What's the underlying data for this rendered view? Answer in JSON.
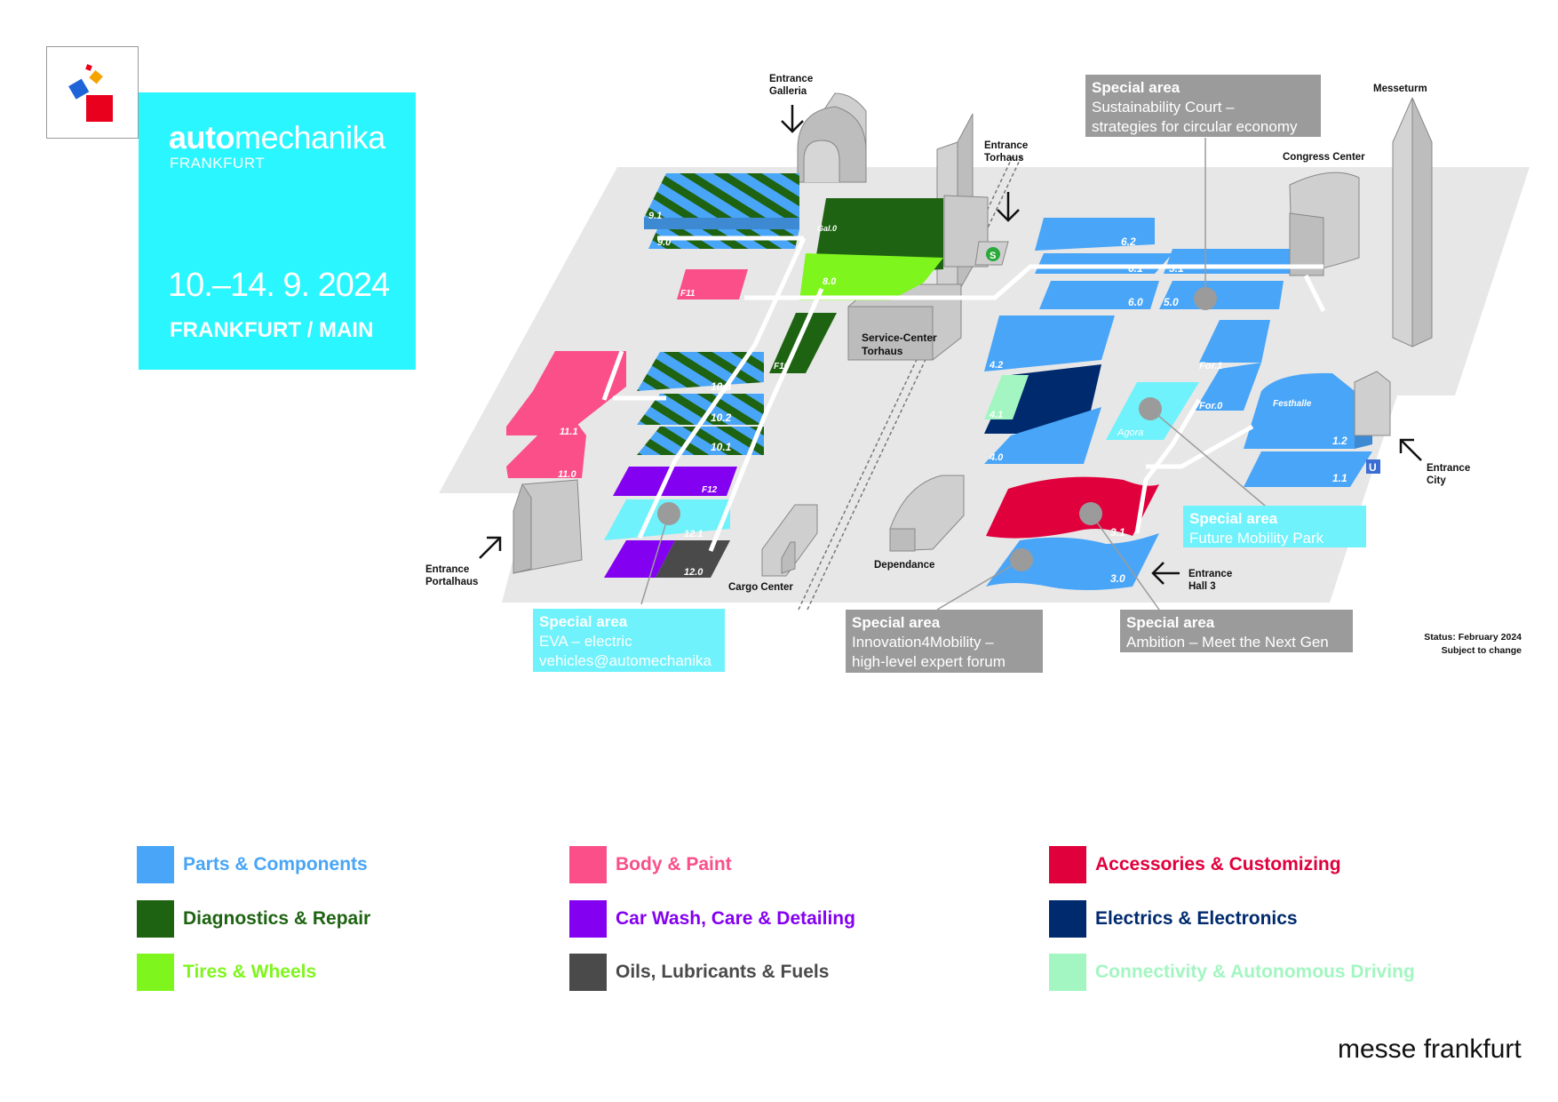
{
  "brand": {
    "name_bold": "auto",
    "name_regular": "mechanika",
    "city": "FRANKFURT",
    "dates": "10.–14. 9. 2024",
    "place": "FRANKFURT / MAIN"
  },
  "colors": {
    "brand_cyan": "#2af6ff",
    "parts_components": "#49a5f7",
    "body_paint": "#fa4f88",
    "accessories_customizing": "#e0003c",
    "diagnostics_repair": "#1e6312",
    "car_wash": "#8400f0",
    "electrics_electronics": "#002a6e",
    "tires_wheels": "#7ff51e",
    "oils_lubricants": "#4a4a4a",
    "connectivity_autonomous": "#a3f6c2",
    "special_area_cyan": "#6ff2fb",
    "special_area_gray": "#9b9b9b"
  },
  "halls": {
    "h9_1": "9.1",
    "h9_0": "9.0",
    "gal_0": "Gal.0",
    "h8_0": "8.0",
    "f11": "F11",
    "f10": "F10",
    "f12": "F12",
    "h10_3": "10.3",
    "h10_2": "10.2",
    "h10_1": "10.1",
    "h11_1": "11.1",
    "h11_0": "11.0",
    "h12_1": "12.1",
    "h12_0": "12.0",
    "h6_2": "6.2",
    "h6_1": "6.1",
    "h6_0": "6.0",
    "h5_1": "5.1",
    "h5_0": "5.0",
    "h4_2": "4.2",
    "h4_1": "4.1",
    "h4_0": "4.0",
    "for_1": "For.1",
    "for_0": "For.0",
    "agora": "Agora",
    "festhalle": "Festhalle",
    "h1_2": "1.2",
    "h1_1": "1.1",
    "h3_1": "3.1",
    "h3_0": "3.0"
  },
  "buildings": {
    "service_center_l1": "Service-Center",
    "service_center_l2": "Torhaus",
    "cargo_center": "Cargo Center",
    "dependance": "Dependance",
    "congress_center": "Congress Center",
    "messeturm": "Messeturm"
  },
  "entrances": {
    "galleria_l1": "Entrance",
    "galleria_l2": "Galleria",
    "torhaus_l1": "Entrance",
    "torhaus_l2": "Torhaus",
    "portalhaus_l1": "Entrance",
    "portalhaus_l2": "Portalhaus",
    "city_l1": "Entrance",
    "city_l2": "City",
    "hall3_l1": "Entrance",
    "hall3_l2": "Hall 3"
  },
  "transit": {
    "s_bahn": "S",
    "u_bahn": "U"
  },
  "special_areas": {
    "sustainability": {
      "title": "Special area",
      "line1": "Sustainability Court –",
      "line2": "strategies for circular economy"
    },
    "future_mobility": {
      "title": "Special area",
      "line1": "Future Mobility Park"
    },
    "eva": {
      "title": "Special area",
      "line1": "EVA – electric",
      "line2": "vehicles@automechanika"
    },
    "innovation": {
      "title": "Special area",
      "line1": "Innovation4Mobility –",
      "line2": "high-level expert forum"
    },
    "ambition": {
      "title": "Special area",
      "line1": "Ambition – Meet the Next Gen"
    }
  },
  "status": {
    "line1": "Status: February 2024",
    "line2": "Subject to change"
  },
  "legend": [
    {
      "label": "Parts & Components",
      "color": "#49a5f7"
    },
    {
      "label": "Body & Paint",
      "color": "#fa4f88"
    },
    {
      "label": "Accessories & Customizing",
      "color": "#e0003c"
    },
    {
      "label": "Diagnostics & Repair",
      "color": "#1e6312"
    },
    {
      "label": "Car Wash, Care & Detailing",
      "color": "#8400f0"
    },
    {
      "label": "Electrics & Electronics",
      "color": "#002a6e"
    },
    {
      "label": "Tires & Wheels",
      "color": "#7ff51e"
    },
    {
      "label": "Oils, Lubricants & Fuels",
      "color": "#4a4a4a"
    },
    {
      "label": "Connectivity & Autonomous Driving",
      "color": "#a3f6c2"
    }
  ],
  "footer": {
    "company": "messe frankfurt"
  }
}
